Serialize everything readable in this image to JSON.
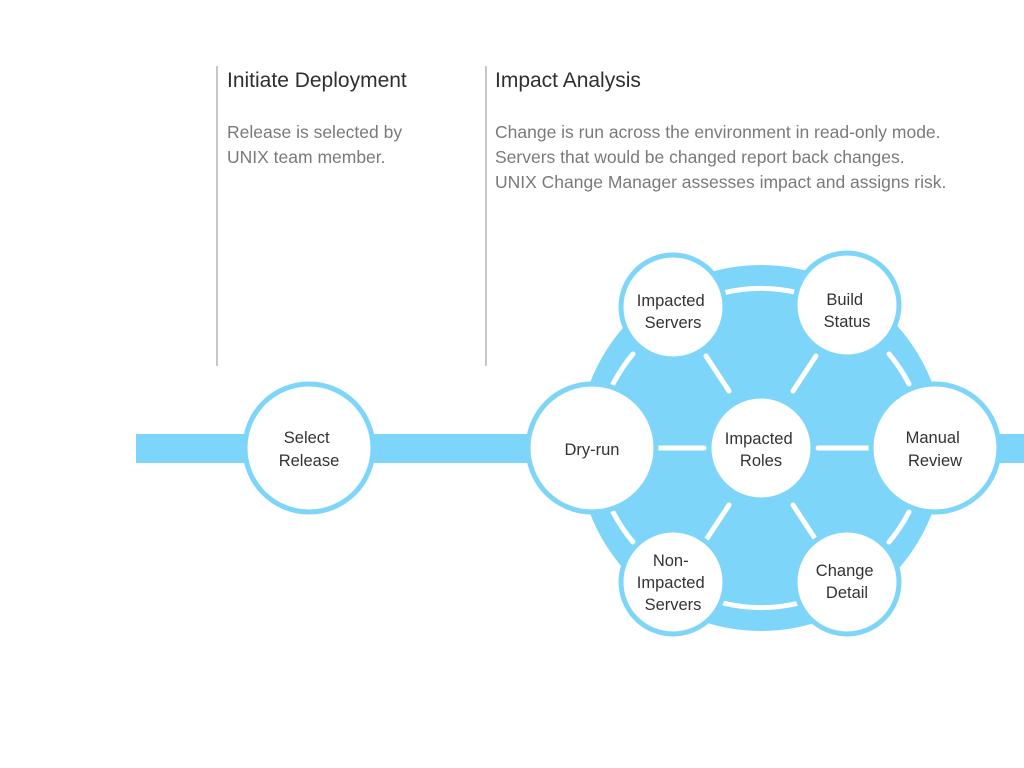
{
  "columns": [
    {
      "title": "Initiate Deployment",
      "description": [
        "Release is selected by",
        "UNIX team member."
      ]
    },
    {
      "title": "Impact Analysis",
      "description": [
        "Change is run across the environment in read-only mode.",
        "Servers that would be changed report back changes.",
        "UNIX Change Manager assesses impact and assigns risk."
      ]
    }
  ],
  "nodes": {
    "select_release": [
      "Select",
      "Release"
    ],
    "dry_run": [
      "Dry-run"
    ],
    "impacted_servers": [
      "Impacted",
      "Servers"
    ],
    "build_status": [
      "Build",
      "Status"
    ],
    "impacted_roles": [
      "Impacted",
      "Roles"
    ],
    "manual_review": [
      "Manual",
      "Review"
    ],
    "non_impacted_servers": [
      "Non-",
      "Impacted",
      "Servers"
    ],
    "change_detail": [
      "Change",
      "Detail"
    ]
  },
  "colors": {
    "accent": "#7dd5f9",
    "divider": "#c8c8c8",
    "title_text": "#2f2f2f",
    "body_text": "#7a7a7a",
    "node_fill": "#ffffff"
  }
}
